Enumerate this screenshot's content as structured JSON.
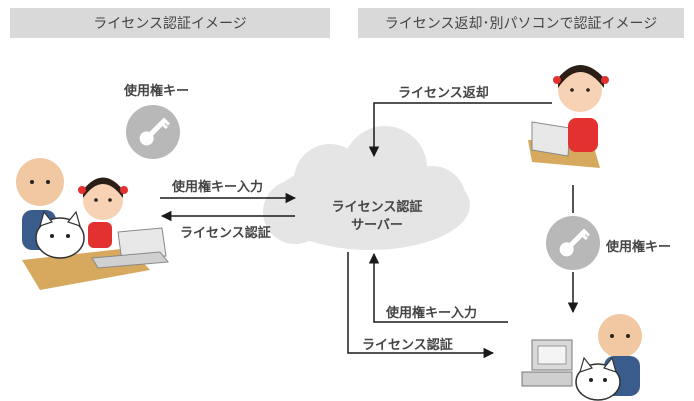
{
  "headers": {
    "left": "ライセンス認証イメージ",
    "right": "ライセンス返却･別パソコンで認証イメージ"
  },
  "left": {
    "key_caption": "使用権キー",
    "arrow_top": "使用権キー入力",
    "arrow_bottom": "ライセンス認証"
  },
  "server": {
    "line1": "ライセンス認証",
    "line2": "サーバー"
  },
  "right": {
    "return_label": "ライセンス返却",
    "key_caption": "使用権キー",
    "input_label": "使用権キー入力",
    "auth_label": "ライセンス認証"
  },
  "colors": {
    "header_bg": "#d9d9d9",
    "cloud": "#e5e5e5",
    "key_circle": "#b8b8b8",
    "arrow": "#1a1a1a"
  }
}
